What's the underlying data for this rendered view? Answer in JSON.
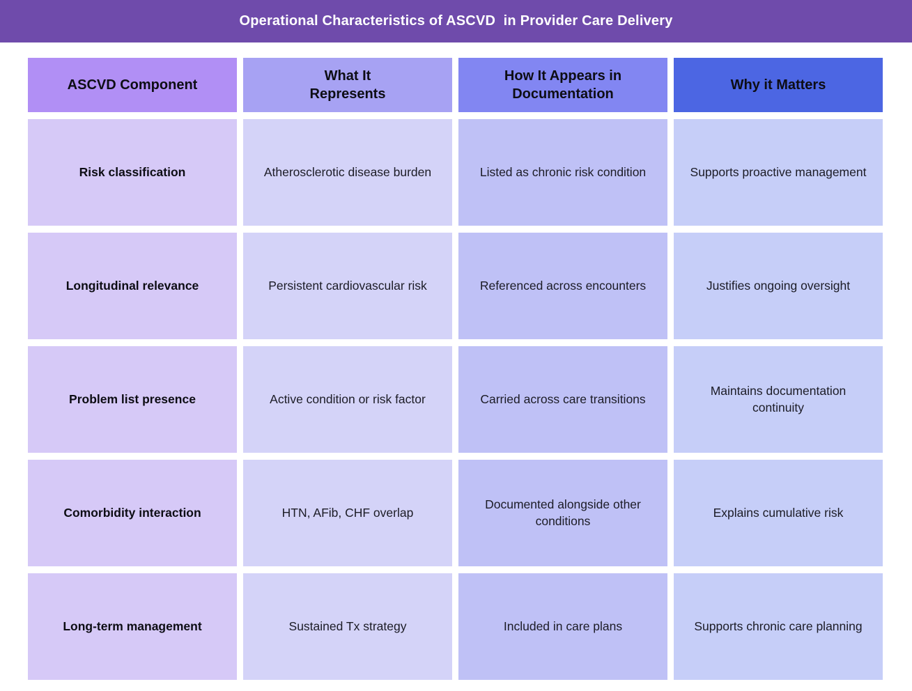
{
  "banner": {
    "title": "Operational Characteristics of ASCVD  in Provider Care Delivery",
    "bg_color": "#6f4bab",
    "text_color": "#ffffff"
  },
  "table": {
    "columns": [
      {
        "label": "ASCVD  Component",
        "header_bg": "#b18ff5",
        "cell_bg": "#d6c9f7"
      },
      {
        "label": "What It\nRepresents",
        "header_bg": "#a7a2f3",
        "cell_bg": "#d4d3f8"
      },
      {
        "label": "How It Appears in\nDocumentation",
        "header_bg": "#8286f2",
        "cell_bg": "#bfc1f6"
      },
      {
        "label": "Why it Matters",
        "header_bg": "#4c66e3",
        "cell_bg": "#c6cef8"
      }
    ],
    "rows": [
      {
        "cells": [
          "Risk classification",
          "Atherosclerotic disease burden",
          "Listed as chronic risk condition",
          "Supports proactive management"
        ]
      },
      {
        "cells": [
          "Longitudinal relevance",
          "Persistent cardiovascular risk",
          "Referenced across encounters",
          "Justifies ongoing oversight"
        ]
      },
      {
        "cells": [
          "Problem list presence",
          "Active condition or risk factor",
          "Carried across care transitions",
          "Maintains documentation continuity"
        ]
      },
      {
        "cells": [
          "Comorbidity interaction",
          "HTN, AFib, CHF overlap",
          "Documented alongside other conditions",
          "Explains cumulative risk"
        ]
      },
      {
        "cells": [
          "Long-term management",
          "Sustained Tx strategy",
          "Included in care plans",
          "Supports chronic care planning"
        ]
      }
    ]
  }
}
